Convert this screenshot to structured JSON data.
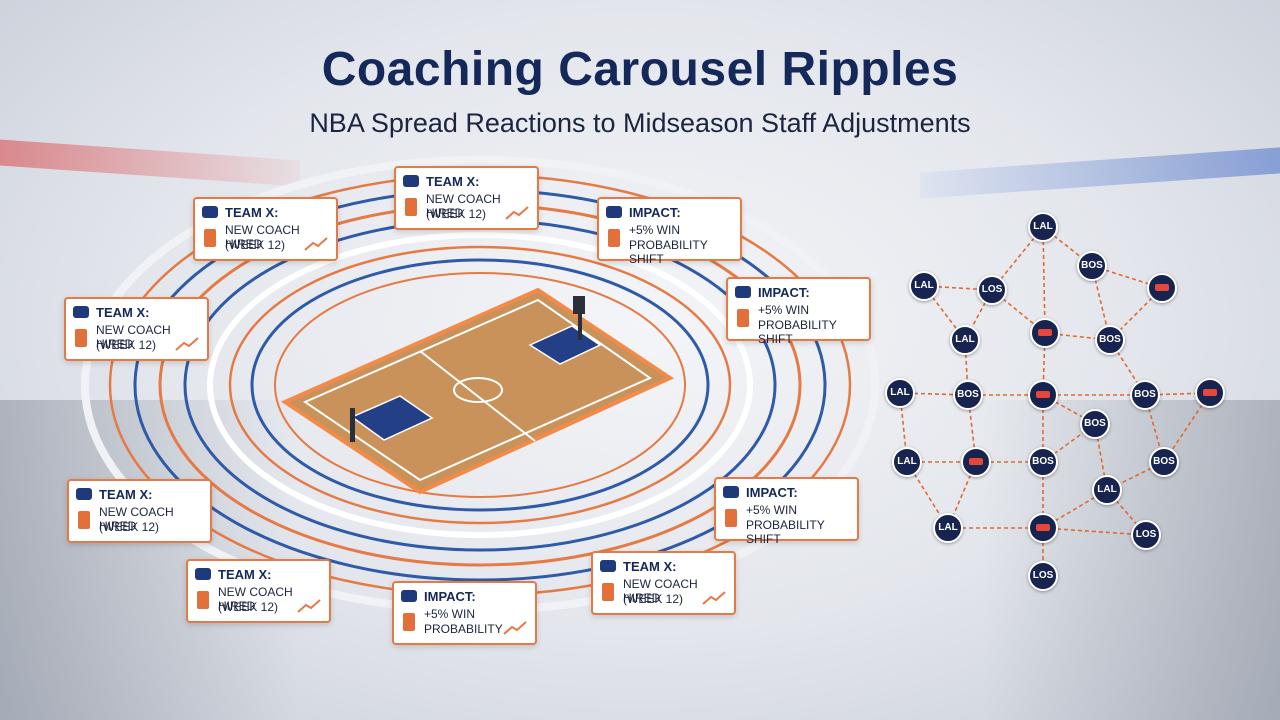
{
  "header": {
    "title": "Coaching Carousel Ripples",
    "subtitle": "NBA Spread Reactions to Midseason Staff Adjustments"
  },
  "colors": {
    "navy": "#14285a",
    "orange": "#e57a45",
    "blue": "#2f5aa8",
    "court": "#c9925a"
  },
  "cards": [
    {
      "head": "TEAM X:",
      "l1": "NEW COACH HIRED",
      "l2": "(WEEK 12)"
    },
    {
      "head": "TEAM X:",
      "l1": "NEW COACH HIRED",
      "l2": "(WEEK 12)"
    },
    {
      "head": "IMPACT:",
      "l1": "+5% WIN",
      "l2": "PROBABILITY SHIFT"
    },
    {
      "head": "TEAM X:",
      "l1": "NEW COACH HIRED",
      "l2": "(WEEK 12)"
    },
    {
      "head": "IMPACT:",
      "l1": "+5% WIN",
      "l2": "PROBABILITY SHIFT"
    },
    {
      "head": "TEAM X:",
      "l1": "NEW COACH HIRED",
      "l2": "(WEEK 12)"
    },
    {
      "head": "IMPACT:",
      "l1": "+5% WIN",
      "l2": "PROBABILITY SHIFT"
    },
    {
      "head": "TEAM X:",
      "l1": "NEW COACH HIRED",
      "l2": "(WEEK 12)"
    },
    {
      "head": "IMPACT:",
      "l1": "+5% WIN",
      "l2": "PROBABILITY"
    },
    {
      "head": "TEAM X:",
      "l1": "NEW COACH HIRED",
      "l2": "(WEEK 12)"
    }
  ],
  "network": {
    "nodes": [
      "LAL",
      "BOS",
      "",
      "LAL",
      "LOS",
      "LAL",
      "",
      "BOS",
      "LAL",
      "BOS",
      "",
      "BOS",
      "",
      "LAL",
      "",
      "BOS",
      "BOS",
      "BOS",
      "LAL",
      "",
      "LAL",
      "LOS"
    ]
  }
}
